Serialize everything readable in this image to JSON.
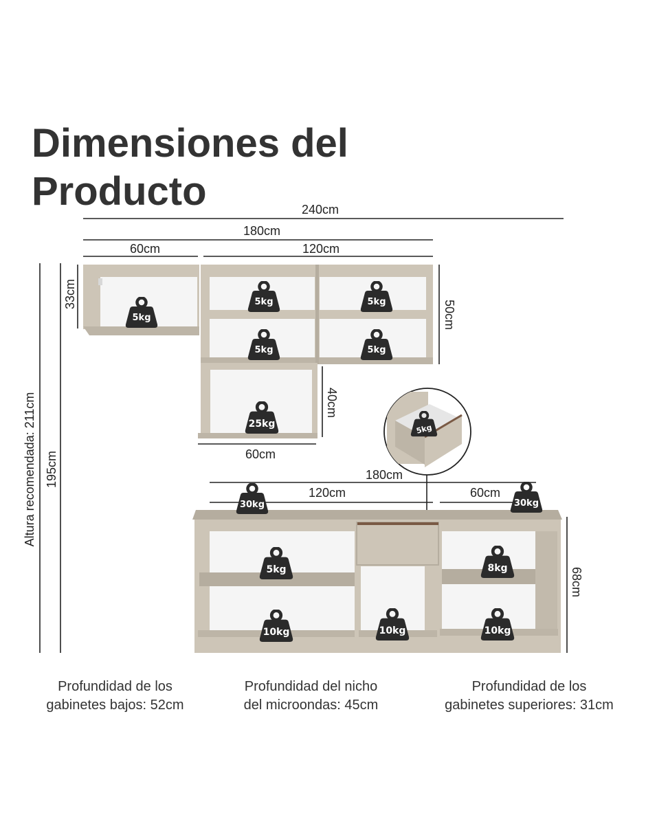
{
  "title": {
    "line1": "Dimensiones del",
    "line2": "Producto"
  },
  "dimensions": {
    "overall_width": "240cm",
    "upper_width": "180cm",
    "upper_left_width": "60cm",
    "upper_right_width": "120cm",
    "upper_left_height": "33cm",
    "upper_right_height": "50cm",
    "lower_hutch_height": "40cm",
    "lower_hutch_width": "60cm",
    "recommended_height": "Altura recomendada: 211cm",
    "total_height": "195cm",
    "base_width": "180cm",
    "base_left_width": "120cm",
    "base_right_width": "60cm",
    "base_height": "68cm"
  },
  "weights": {
    "upper_left": "5kg",
    "upper_mid_top": "5kg",
    "upper_right_top": "5kg",
    "upper_mid_bottom": "5kg",
    "upper_right_bottom": "5kg",
    "hutch": "25kg",
    "drawer_detail": "5kg",
    "counter_left": "30kg",
    "counter_right": "30kg",
    "base_left_top": "5kg",
    "base_right_top": "8kg",
    "base_left_bottom": "10kg",
    "base_mid_bottom": "10kg",
    "base_right_bottom": "10kg"
  },
  "notes": {
    "lower_depth": {
      "line1": "Profundidad de los",
      "line2": "gabinetes bajos: 52cm"
    },
    "microwave_depth": {
      "line1": "Profundidad del nicho",
      "line2": "del microondas: 45cm"
    },
    "upper_depth": {
      "line1": "Profundidad de los",
      "line2": "gabinetes superiores: 31cm"
    }
  },
  "colors": {
    "cabinet": "#cdc5b7",
    "cabinet_dark": "#b5ad9f",
    "interior": "#f5f5f5",
    "weight_icon": "#2b2b2b",
    "wood_accent": "#7a5a45"
  }
}
